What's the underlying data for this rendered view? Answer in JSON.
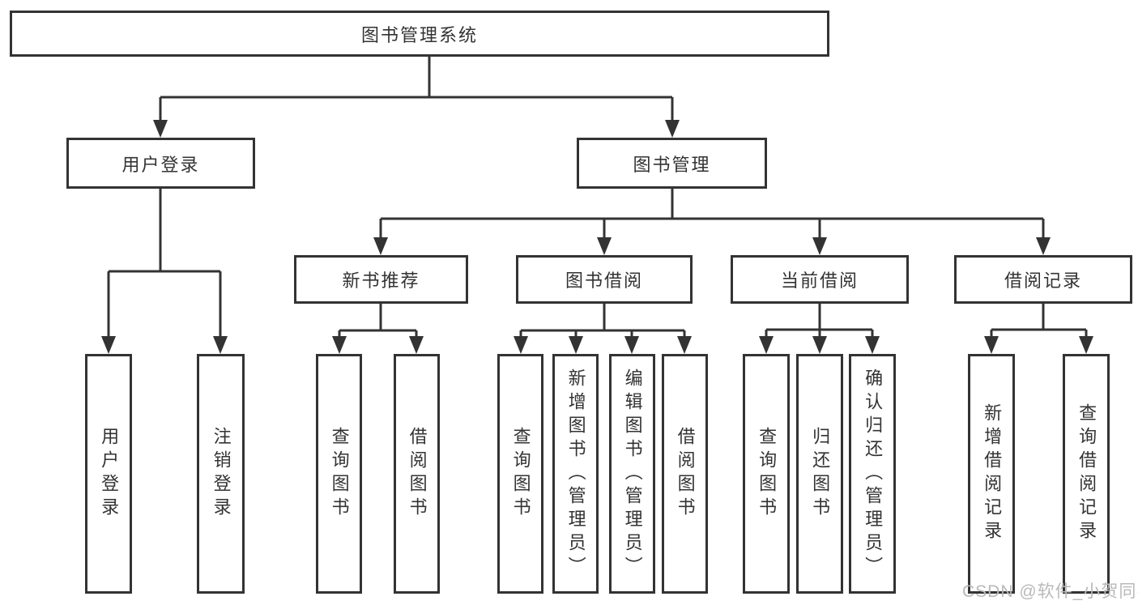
{
  "diagram": {
    "root": {
      "label": "图书管理系统"
    },
    "level2": [
      {
        "label": "用户登录"
      },
      {
        "label": "图书管理"
      }
    ],
    "level3": [
      {
        "label": "新书推荐"
      },
      {
        "label": "图书借阅"
      },
      {
        "label": "当前借阅"
      },
      {
        "label": "借阅记录"
      }
    ],
    "leaves": {
      "user_login": [
        "用户登录",
        "注销登录"
      ],
      "new_book": [
        "查询图书",
        "借阅图书"
      ],
      "book_borrow": [
        "查询图书",
        "新增图书（管理员）",
        "编辑图书（管理员）",
        "借阅图书"
      ],
      "current_borrow": [
        "查询图书",
        "归还图书",
        "确认归还（管理员）"
      ],
      "borrow_records": [
        "新增借阅记录",
        "查询借阅记录"
      ]
    }
  },
  "watermark": {
    "text": "CSDN @软件_小贺同学",
    "color": "#b9b9b9"
  },
  "colors": {
    "line": "#333333",
    "box_border": "#333333",
    "text": "#333333",
    "background": "#ffffff"
  }
}
